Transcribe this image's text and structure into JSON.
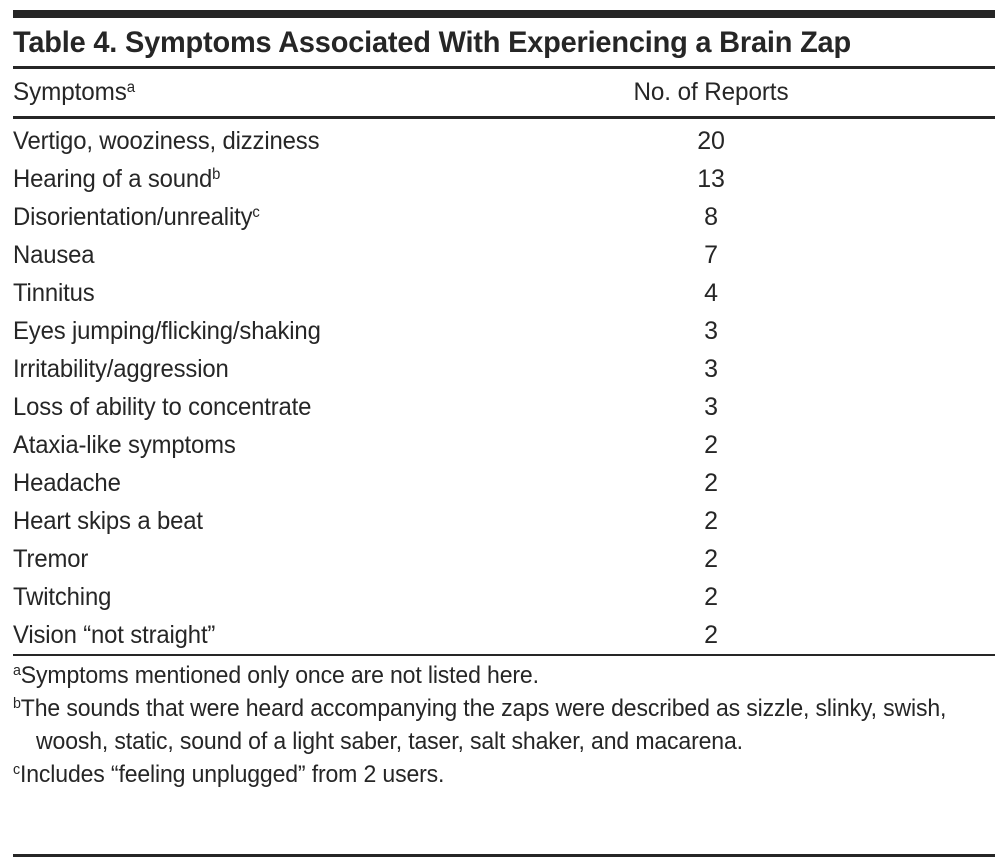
{
  "table": {
    "title": "Table 4. Symptoms Associated With Experiencing a Brain Zap",
    "columns": {
      "symptom_header": "Symptoms",
      "symptom_header_marker": "a",
      "count_header": "No. of Reports"
    },
    "rows": [
      {
        "symptom": "Vertigo, wooziness, dizziness",
        "marker": "",
        "count": "20"
      },
      {
        "symptom": "Hearing of a sound",
        "marker": "b",
        "count": "13"
      },
      {
        "symptom": "Disorientation/unreality",
        "marker": "c",
        "count": "8"
      },
      {
        "symptom": "Nausea",
        "marker": "",
        "count": "7"
      },
      {
        "symptom": "Tinnitus",
        "marker": "",
        "count": "4"
      },
      {
        "symptom": "Eyes jumping/flicking/shaking",
        "marker": "",
        "count": "3"
      },
      {
        "symptom": "Irritability/aggression",
        "marker": "",
        "count": "3"
      },
      {
        "symptom": "Loss of ability to concentrate",
        "marker": "",
        "count": "3"
      },
      {
        "symptom": "Ataxia-like symptoms",
        "marker": "",
        "count": "2"
      },
      {
        "symptom": "Headache",
        "marker": "",
        "count": "2"
      },
      {
        "symptom": "Heart skips a beat",
        "marker": "",
        "count": "2"
      },
      {
        "symptom": "Tremor",
        "marker": "",
        "count": "2"
      },
      {
        "symptom": "Twitching",
        "marker": "",
        "count": "2"
      },
      {
        "symptom": "Vision “not straight”",
        "marker": "",
        "count": "2"
      }
    ],
    "footnotes": [
      {
        "mark": "a",
        "text": "Symptoms mentioned only once are not listed here."
      },
      {
        "mark": "b",
        "text": "The sounds that were heard accompanying the zaps were described as sizzle, slinky, swish, woosh, static, sound of a light saber, taser, salt shaker, and macarena."
      },
      {
        "mark": "c",
        "text": "Includes “feeling unplugged” from 2 users."
      }
    ]
  },
  "colors": {
    "ink": "#262626",
    "page": "#ffffff"
  }
}
